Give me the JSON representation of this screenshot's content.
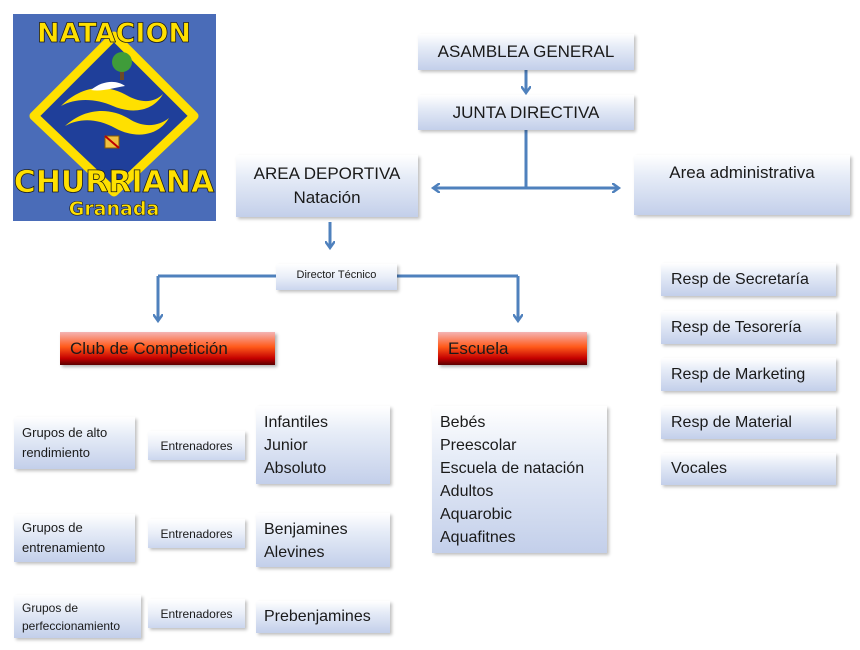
{
  "logo": {
    "top_text": "NATACION",
    "bottom_text": "CHURRIANA",
    "sub_text": "Granada",
    "bg_color": "#4a6cb8",
    "text_color": "#ffe000"
  },
  "nodes": {
    "asamblea": "ASAMBLEA GENERAL",
    "junta": "JUNTA DIRECTIVA",
    "area_deportiva": [
      "AREA DEPORTIVA",
      "Natación"
    ],
    "area_administrativa": "Area administrativa",
    "director": "Director Técnico",
    "club": "Club de Competición",
    "escuela": "Escuela"
  },
  "admin_roles": [
    "Resp de Secretaría",
    "Resp de Tesorería",
    "Resp de Marketing",
    "Resp de Material",
    "Vocales"
  ],
  "club_groups": [
    {
      "group": [
        "Grupos de alto",
        "rendimiento"
      ],
      "coaches": "Entrenadores",
      "categories": [
        "Infantiles",
        "Junior",
        "Absoluto"
      ]
    },
    {
      "group": [
        "Grupos de",
        "entrenamiento"
      ],
      "coaches": "Entrenadores",
      "categories": [
        "Benjamines",
        "Alevines"
      ]
    },
    {
      "group": [
        "Grupos de",
        "perfeccionamiento"
      ],
      "coaches": "Entrenadores",
      "categories": [
        "Prebenjamines"
      ]
    }
  ],
  "escuela_items": [
    "Bebés",
    "Preescolar",
    "Escuela de natación",
    "Adultos",
    "Aquarobic",
    "Aquafitnes"
  ],
  "colors": {
    "connector": "#4f81bd"
  }
}
